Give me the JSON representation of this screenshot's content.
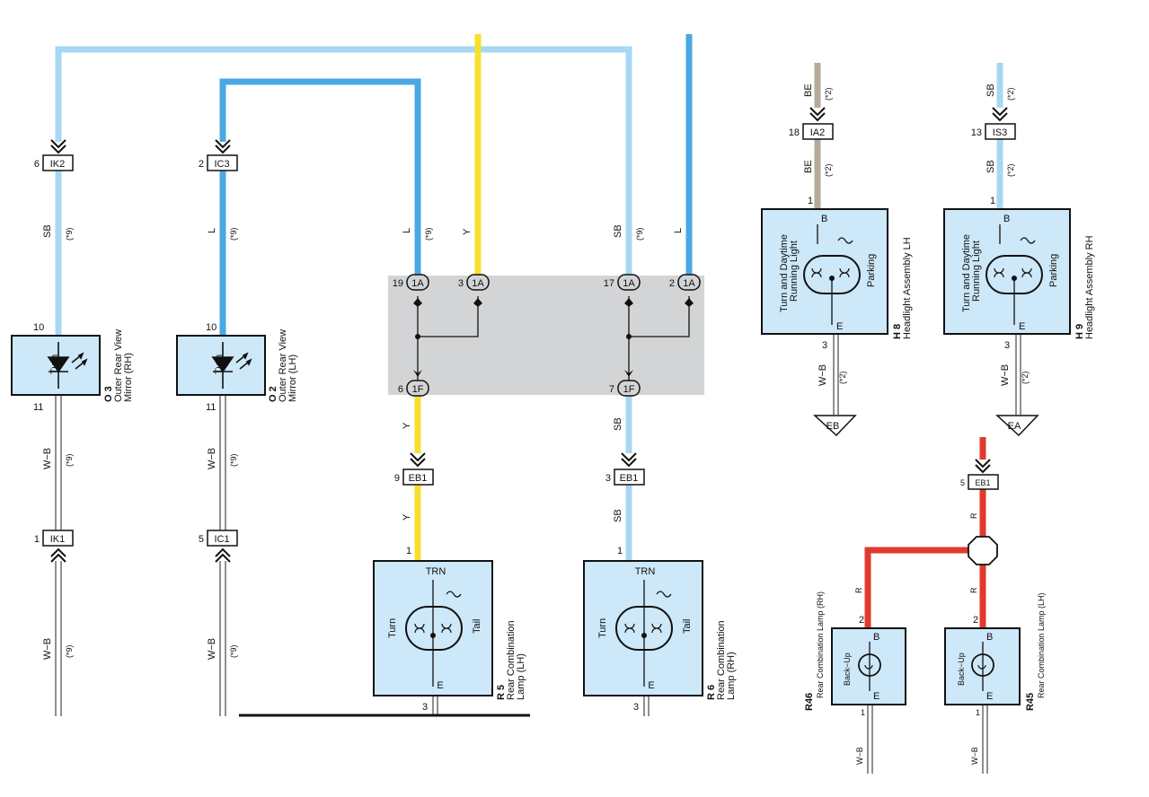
{
  "colors": {
    "SB": "#a7d7f2",
    "L": "#4aa8e4",
    "Y": "#f7df2e",
    "BE": "#b5a99a",
    "R": "#e03a2e",
    "box_fill": "#cde8f8",
    "junction_fill": "#d3d4d6"
  },
  "wire_codes": {
    "SB": "SB",
    "L": "L",
    "Y": "Y",
    "BE": "BE",
    "R": "R",
    "WB": "W−B",
    "n9": "(*9)",
    "n2": "(*2)"
  },
  "connectors": {
    "IK2": {
      "pin": "6",
      "code": "IK2"
    },
    "IC3": {
      "pin": "2",
      "code": "IC3"
    },
    "IK1": {
      "pin": "1",
      "code": "IK1"
    },
    "IC1": {
      "pin": "5",
      "code": "IC1"
    },
    "EB1_left": {
      "pin": "9",
      "code": "EB1"
    },
    "EB1_mid": {
      "pin": "3",
      "code": "EB1"
    },
    "EB1_right": {
      "pin": "5",
      "code": "EB1"
    },
    "IA2": {
      "pin": "18",
      "code": "IA2"
    },
    "IS3": {
      "pin": "13",
      "code": "IS3"
    },
    "j19": {
      "pin": "19",
      "code": "1A"
    },
    "j3": {
      "pin": "3",
      "code": "1A"
    },
    "j17": {
      "pin": "17",
      "code": "1A"
    },
    "j2": {
      "pin": "2",
      "code": "1A"
    },
    "j6": {
      "pin": "6",
      "code": "1F"
    },
    "j7": {
      "pin": "7",
      "code": "1F"
    }
  },
  "components": {
    "o3": {
      "ref": "O 3",
      "name1": "Outer Rear View",
      "name2": "Mirror (RH)",
      "inner": "Turn",
      "pin_top": "10",
      "pin_bottom": "11"
    },
    "o2": {
      "ref": "O 2",
      "name1": "Outer Rear View",
      "name2": "Mirror (LH)",
      "inner": "Turn",
      "pin_top": "10",
      "pin_bottom": "11"
    },
    "r5": {
      "ref": "R 5",
      "name1": "Rear Combination",
      "name2": "Lamp (LH)",
      "top": "TRN",
      "left": "Turn",
      "right": "Tail",
      "bottom": "E",
      "pin_top": "1",
      "pin_bottom": "3"
    },
    "r6": {
      "ref": "R 6",
      "name1": "Rear Combination",
      "name2": "Lamp (RH)",
      "top": "TRN",
      "left": "Turn",
      "right": "Tail",
      "bottom": "E",
      "pin_top": "1",
      "pin_bottom": "3"
    },
    "h8": {
      "ref": "H 8",
      "name": "Headlight Assembly LH",
      "left1": "Turn and Daytime",
      "left2": "Running Light",
      "right": "Parking",
      "top": "B",
      "bottom": "E",
      "pin_top": "1",
      "pin_bottom": "3",
      "ground": "EB"
    },
    "h9": {
      "ref": "H 9",
      "name": "Headlight Assembly RH",
      "left1": "Turn and Daytime",
      "left2": "Running Light",
      "right": "Parking",
      "top": "B",
      "bottom": "E",
      "pin_top": "1",
      "pin_bottom": "3",
      "ground": "EA"
    },
    "r46": {
      "ref": "R46",
      "name": "Rear Combination Lamp (RH)",
      "inner": "Back−Up",
      "top": "B",
      "bottom": "E",
      "pin_top": "2",
      "pin_bottom": "1"
    },
    "r45": {
      "ref": "R45",
      "name": "Rear Combination Lamp (LH)",
      "inner": "Back−Up",
      "top": "B",
      "bottom": "E",
      "pin_top": "2",
      "pin_bottom": "1"
    }
  }
}
